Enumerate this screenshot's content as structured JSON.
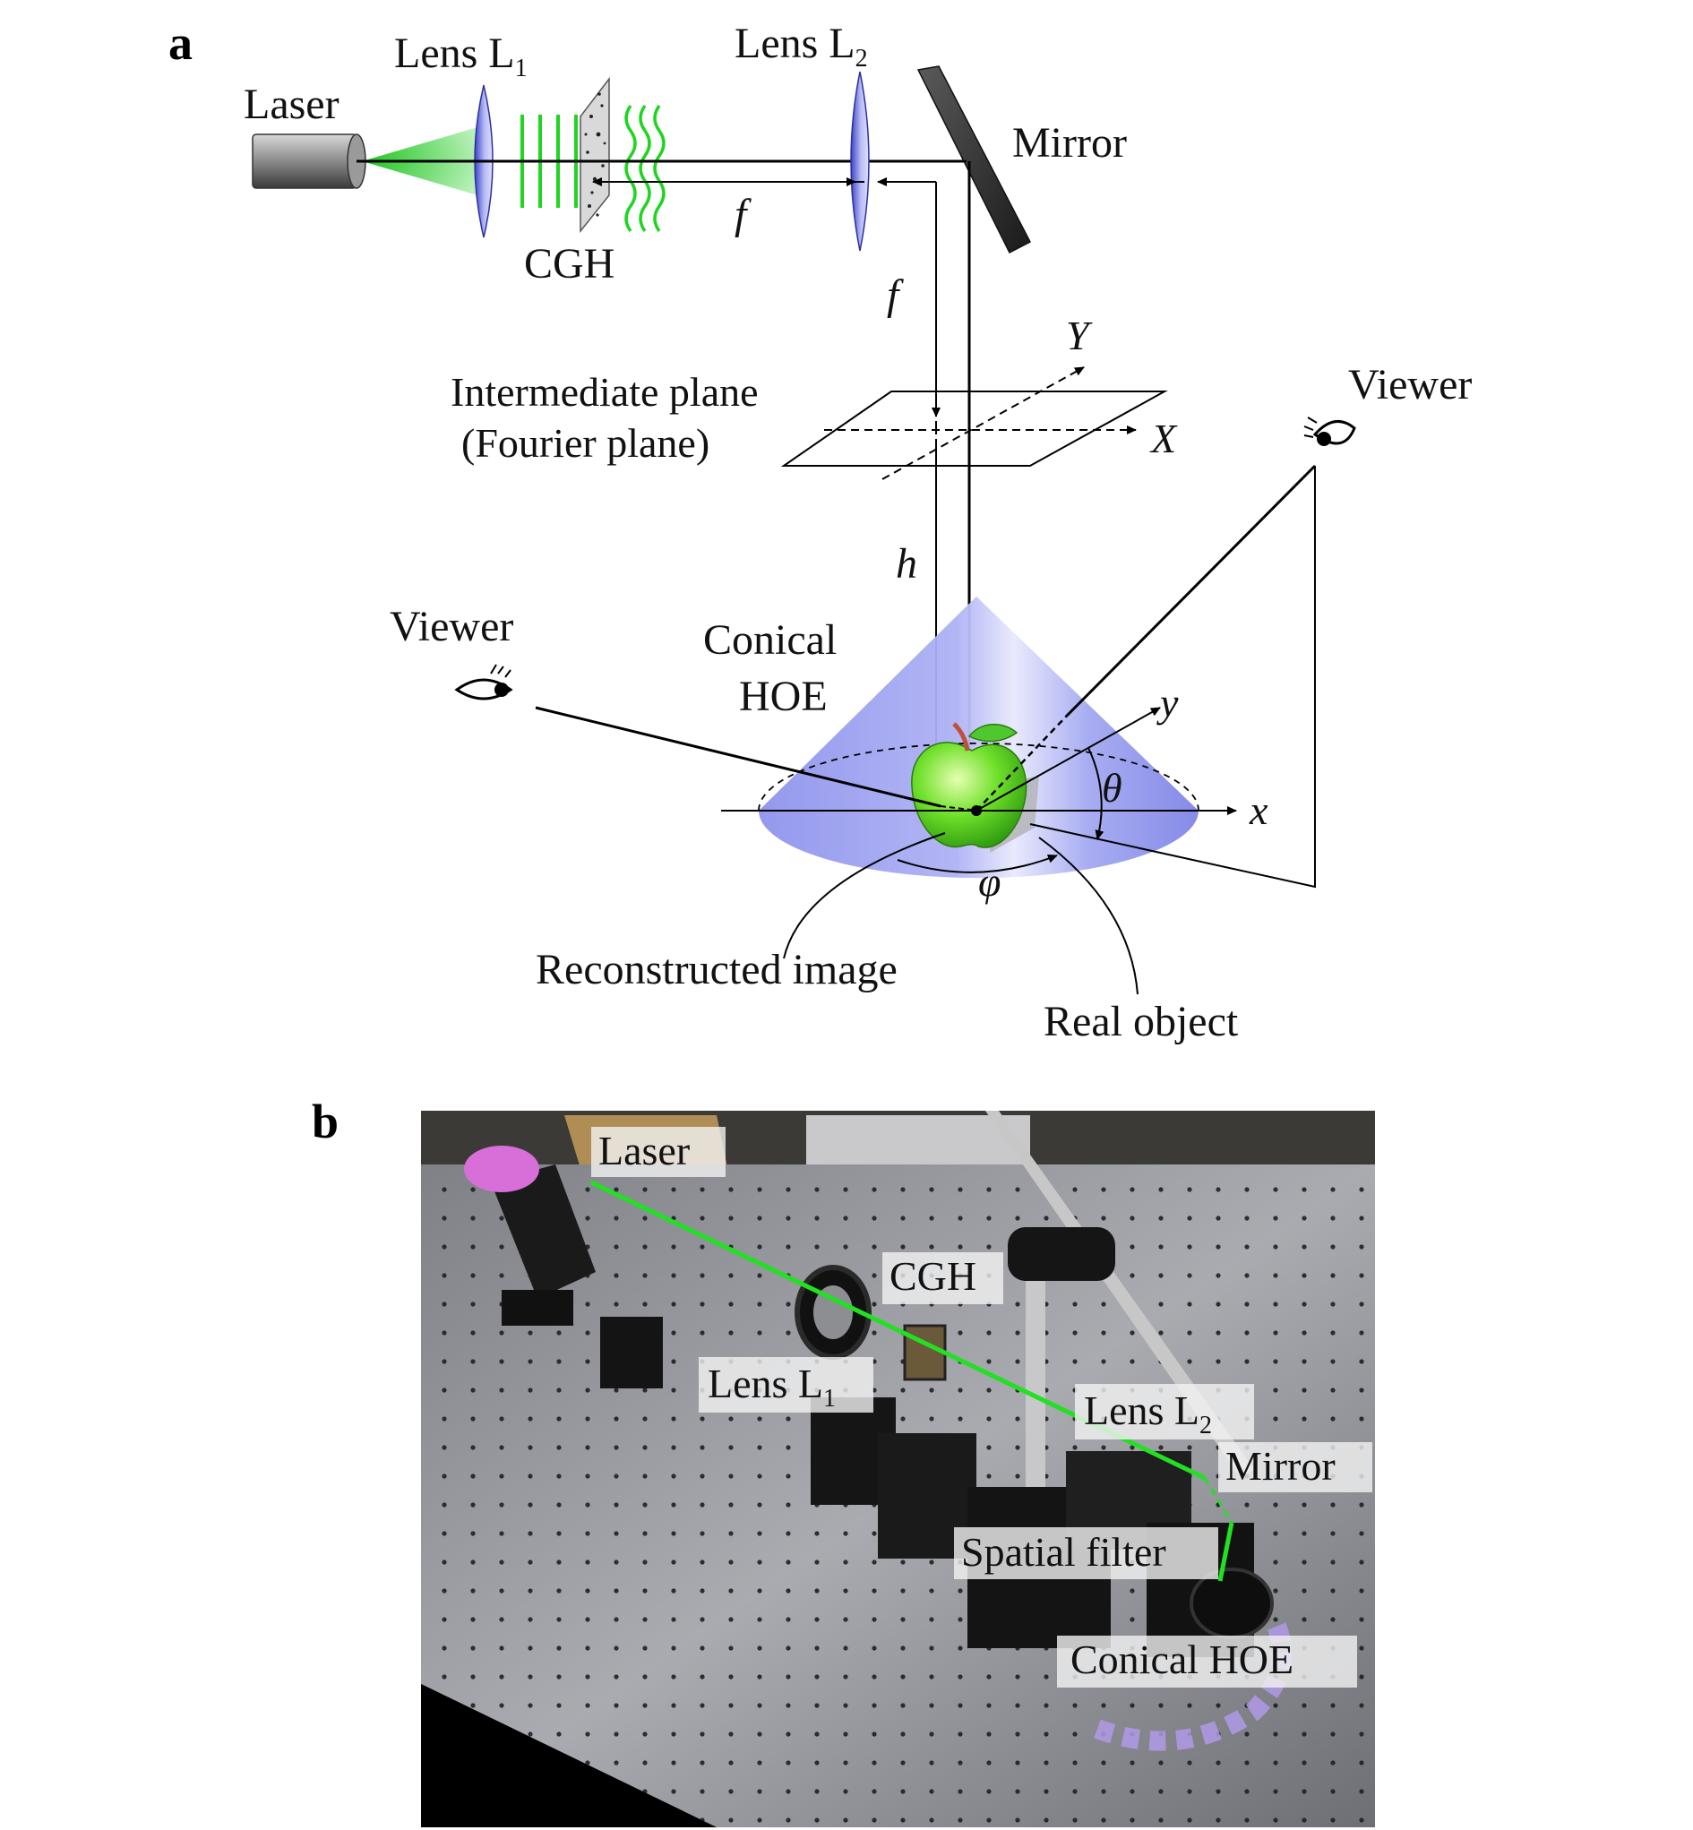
{
  "panel_a": {
    "letter": "a",
    "laser": "Laser",
    "lens_l1": "Lens L",
    "lens_l1_sub": "1",
    "lens_l2": "Lens L",
    "lens_l2_sub": "2",
    "cgh": "CGH",
    "mirror": "Mirror",
    "f_horizontal": "f",
    "f_vertical": "f",
    "intermediate_plane_line1": "Intermediate plane",
    "intermediate_plane_line2": "(Fourier plane)",
    "axis_X": "X",
    "axis_Y": "Y",
    "h": "h",
    "viewer_left": "Viewer",
    "viewer_right": "Viewer",
    "conical_hoe_line1": "Conical",
    "conical_hoe_line2": "HOE",
    "axis_x": "x",
    "axis_y": "y",
    "theta": "θ",
    "phi": "φ",
    "reconstructed_image": "Reconstructed image",
    "real_object": "Real object"
  },
  "panel_b": {
    "letter": "b",
    "laser": "Laser",
    "cgh": "CGH",
    "lens_l1": "Lens L",
    "lens_l1_sub": "1",
    "lens_l2": "Lens L",
    "lens_l2_sub": "2",
    "mirror": "Mirror",
    "spatial_filter": "Spatial filter",
    "conical_hoe": "Conical HOE"
  },
  "colors": {
    "laser_beam": "#22e022",
    "cone": "#9a9ff2",
    "lens": "#4a55d8",
    "table": "#8a8c92"
  }
}
